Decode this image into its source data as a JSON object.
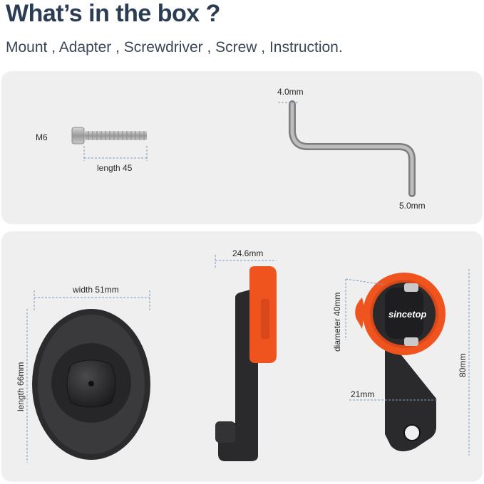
{
  "header": {
    "title": "What’s in the box ?",
    "subtitle": "Mount , Adapter , Screwdriver , Screw , Instruction."
  },
  "screw": {
    "thread_label": "M6",
    "length_label": "length 45"
  },
  "screwdriver": {
    "short_label": "4.0mm",
    "long_label": "5.0mm"
  },
  "mount": {
    "width_label": "width 51mm",
    "length_label": "length 66mm"
  },
  "adapter": {
    "thickness_label": "24.6mm"
  },
  "clamp": {
    "brand": "sincetop",
    "diameter_label": "diameter 40mm",
    "height_label": "80mm",
    "arm_label": "21mm"
  },
  "colors": {
    "heading": "#2b3d52",
    "panel": "#efefef",
    "accent_orange": "#f0541e",
    "body_dark": "#2b2b2d",
    "dimension_line": "#7a9ec0"
  }
}
